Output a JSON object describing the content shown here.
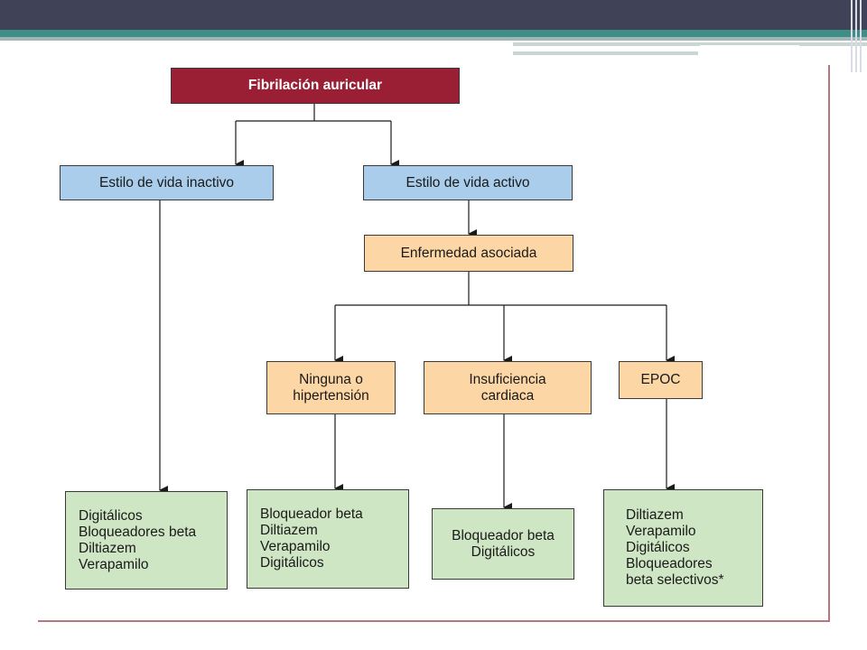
{
  "diagram": {
    "root": "Fibrilación auricular",
    "lifestyle_inactive": "Estilo de vida inactivo",
    "lifestyle_active": "Estilo de vida activo",
    "associated_disease": "Enfermedad asociada",
    "condition_none_hypertension": "Ninguna o\nhipertensión",
    "condition_heart_failure": "Insuficiencia\ncardiaca",
    "condition_copd": "EPOC",
    "treatment_inactive": "Digitálicos\nBloqueadores beta\nDiltiazem\nVerapamilo",
    "treatment_none_hypertension": "Bloqueador beta\nDiltiazem\nVerapamilo\nDigitálicos",
    "treatment_heart_failure": "Bloqueador beta\nDigitálicos",
    "treatment_copd": "Diltiazem\nVerapamilo\nDigitálicos\nBloqueadores\nbeta selectivos*"
  },
  "colors": {
    "root": "#9a1f35",
    "lifestyle": "#a9cdea",
    "condition": "#fdd6a5",
    "treatment": "#cfe6c4"
  }
}
